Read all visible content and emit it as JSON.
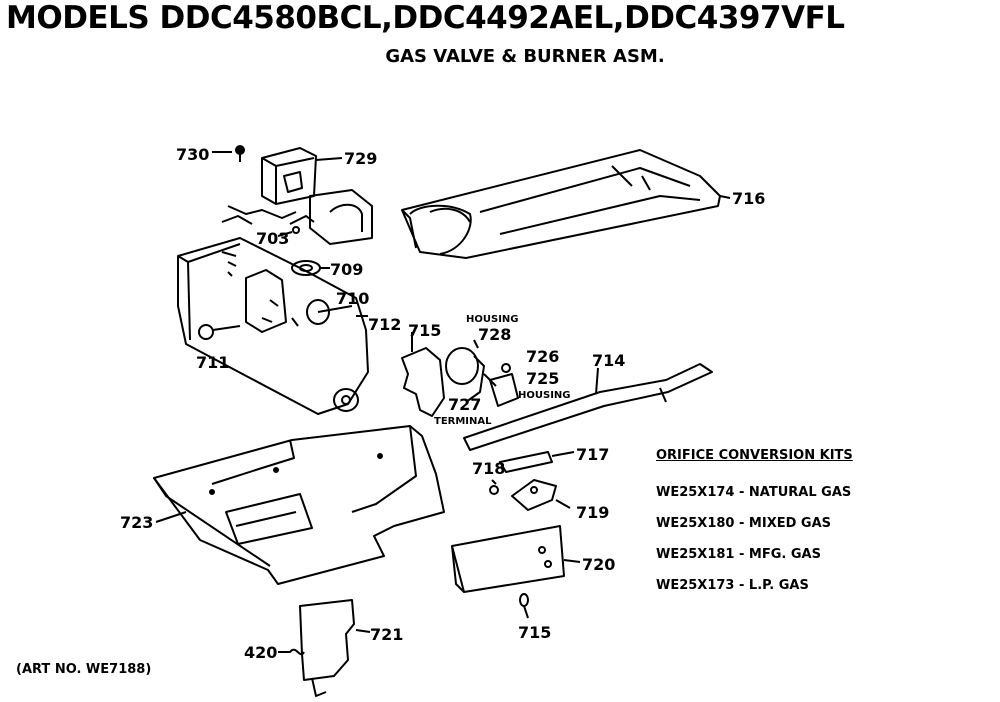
{
  "header": {
    "title": "MODELS DDC4580BCL,DDC4492AEL,DDC4397VFL",
    "subtitle": "GAS VALVE & BURNER ASM."
  },
  "parts": {
    "p730": "730",
    "p729": "729",
    "p703": "703",
    "p709": "709",
    "p710": "710",
    "p711": "711",
    "p712": "712",
    "p716": "716",
    "p715a": "715",
    "p728": "728",
    "housing1": "HOUSING",
    "p726": "726",
    "p725": "725",
    "housing2": "HOUSING",
    "p727": "727",
    "terminal": "TERMINAL",
    "p714": "714",
    "p717": "717",
    "p718": "718",
    "p719": "719",
    "p720": "720",
    "p715b": "715",
    "p723": "723",
    "p721": "721",
    "p420": "420"
  },
  "kits": {
    "title": "ORIFICE CONVERSION KITS",
    "items": [
      "WE25X174 - NATURAL GAS",
      "WE25X180 - MIXED GAS",
      "WE25X181 - MFG. GAS",
      "WE25X173 - L.P. GAS"
    ]
  },
  "art_no": "(ART NO. WE7188)"
}
